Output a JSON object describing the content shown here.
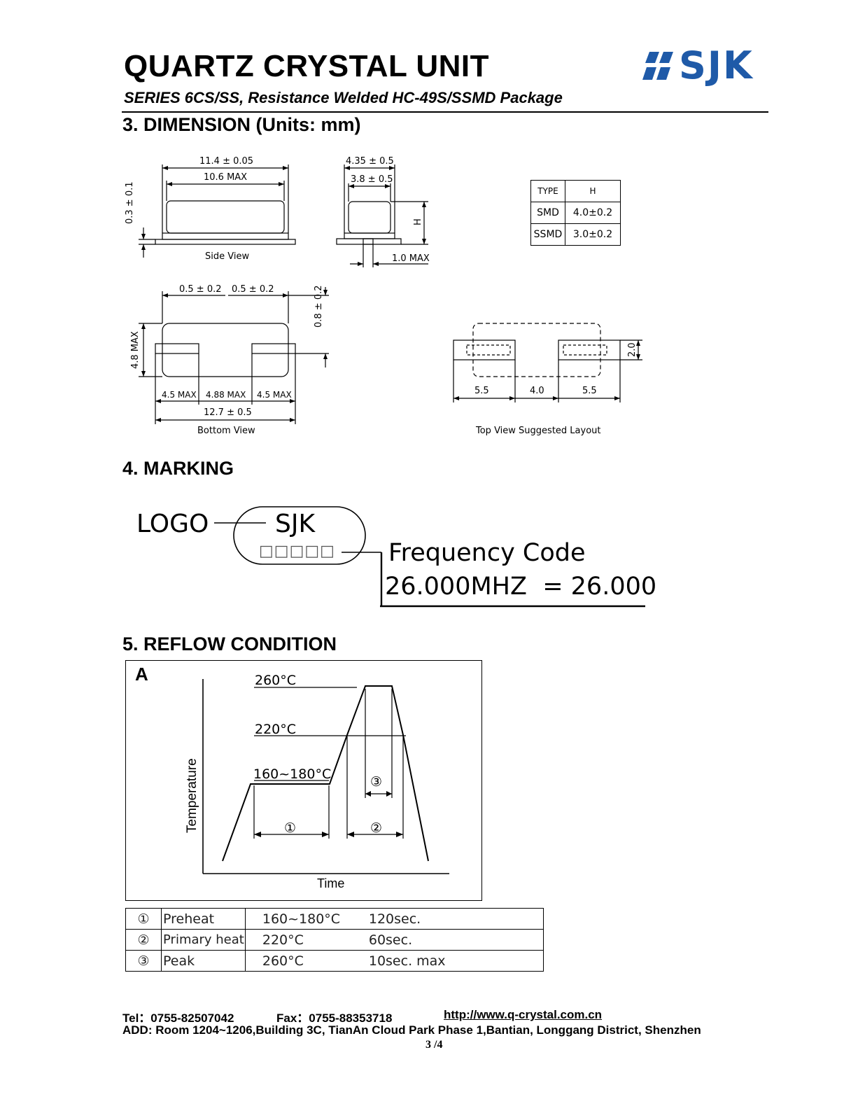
{
  "header": {
    "title": "QUARTZ CRYSTAL UNIT",
    "subtitle": "SERIES 6CS/SS, Resistance Welded HC-49S/SSMD Package",
    "logo_text": "SJK",
    "logo_color": "#1f5aa8"
  },
  "sections": {
    "dimension": "3. DIMENSION (Units: mm)",
    "marking": "4. MARKING",
    "reflow": "5. REFLOW CONDITION"
  },
  "side_view": {
    "caption": "Side View",
    "width_outer": "11.4 ± 0.05",
    "width_inner": "10.6 MAX",
    "thickness": "0.3 ± 0.1"
  },
  "end_view": {
    "width_outer": "4.35 ± 0.5",
    "width_inner": "3.8 ± 0.5",
    "height": "H",
    "pin": "1.0 MAX"
  },
  "type_table": {
    "headers": [
      "TYPE",
      "H"
    ],
    "rows": [
      [
        "SMD",
        "4.0±0.2"
      ],
      [
        "SSMD",
        "3.0±0.2"
      ]
    ]
  },
  "bottom_view": {
    "caption": "Bottom View",
    "pad_left": "0.5 ± 0.2",
    "pad_right": "0.5 ± 0.2",
    "pad_height": "0.8 ± 0.2",
    "height": "4.8 MAX",
    "seg_left": "4.5 MAX",
    "seg_mid": "4.88 MAX",
    "seg_right": "4.5 MAX",
    "total": "12.7 ± 0.5"
  },
  "layout_view": {
    "caption": "Top View Suggested Layout",
    "left": "5.5",
    "mid": "4.0",
    "right": "5.5",
    "height": "2.0"
  },
  "marking": {
    "logo_label": "LOGO",
    "logo_text": "SJK",
    "code_boxes": "□□□□□",
    "freq_title": "Frequency Code",
    "freq_example": "26.000MHZ  = 26.000"
  },
  "reflow_chart": {
    "panel_label": "A",
    "y_axis": "Temperature",
    "x_axis": "Time",
    "t_peak": "260°C",
    "t_primary": "220°C",
    "t_preheat": "160~180°C",
    "zone1": "①",
    "zone2": "②",
    "zone3": "③"
  },
  "reflow_table": {
    "rows": [
      {
        "num": "①",
        "stage": "Preheat",
        "temp": "160~180°C",
        "time": "120sec."
      },
      {
        "num": "②",
        "stage": "Primary heat",
        "temp": "220°C",
        "time": "60sec."
      },
      {
        "num": "③",
        "stage": "Peak",
        "temp": "260°C",
        "time": "10sec. max"
      }
    ]
  },
  "footer": {
    "tel": "Tel：0755-82507042",
    "fax": "Fax：0755-88353718",
    "url": "http://www.q-crystal.com.cn",
    "address": "ADD: Room 1204~1206,Building 3C, TianAn Cloud Park Phase 1,Bantian, Longgang District, Shenzhen",
    "page": "3 /4"
  }
}
